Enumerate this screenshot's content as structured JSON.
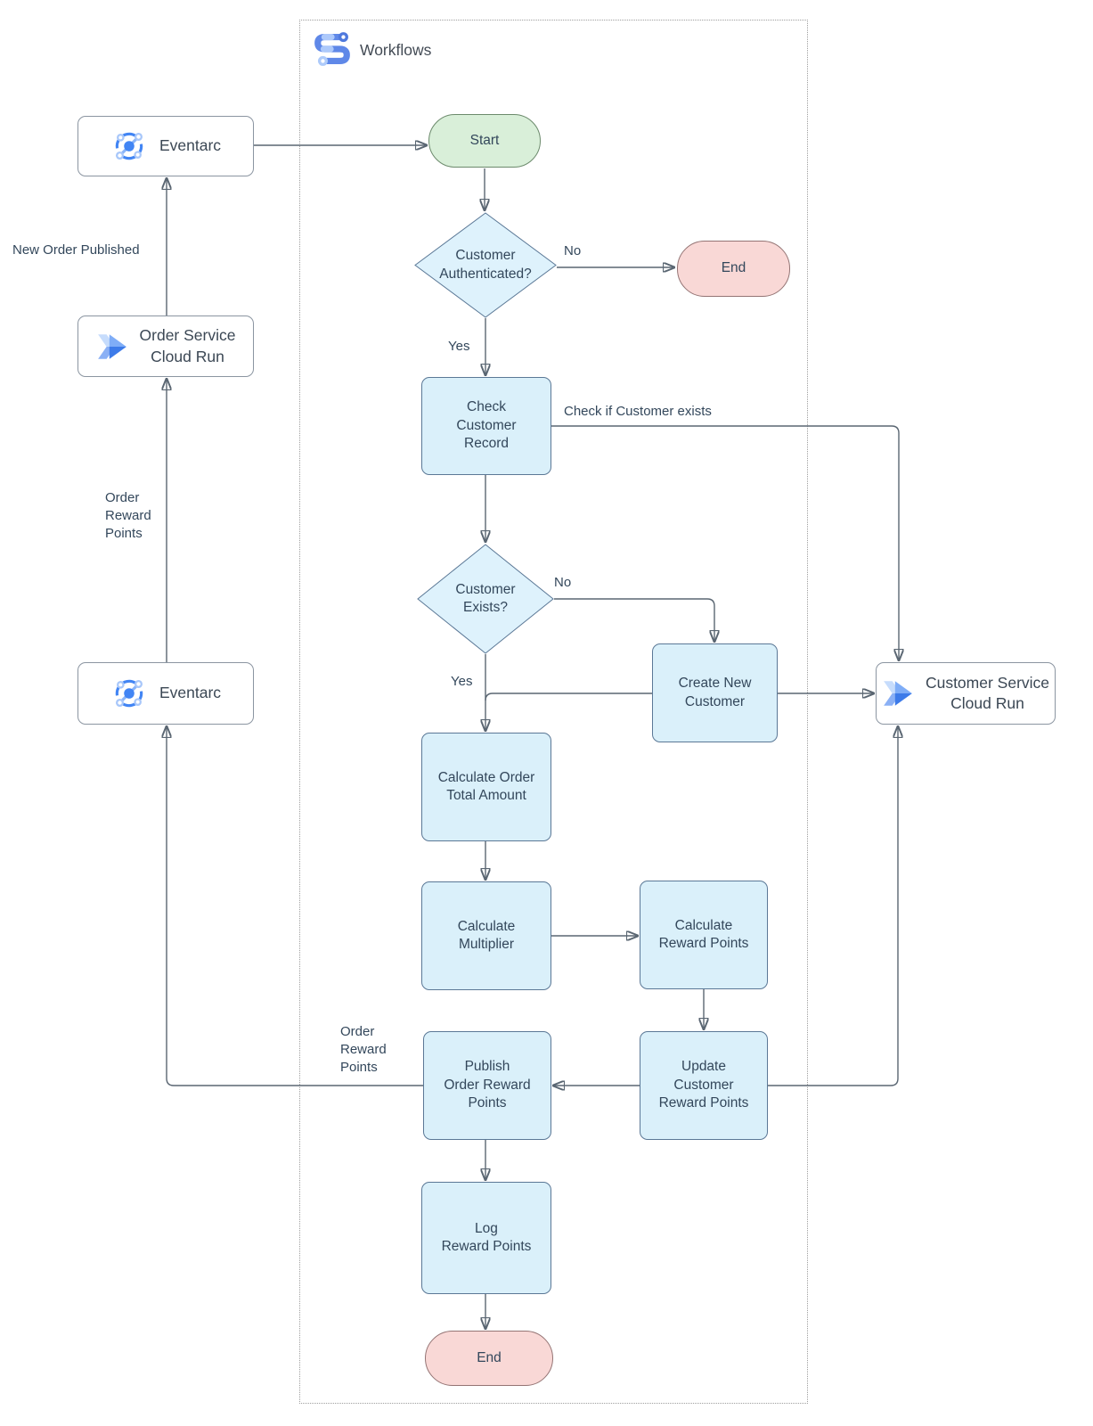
{
  "container": {
    "title": "Workflows"
  },
  "nodes": {
    "eventarc_top": {
      "label": "Eventarc"
    },
    "order_service": {
      "label": "Order Service\nCloud Run"
    },
    "eventarc_bottom": {
      "label": "Eventarc"
    },
    "start": {
      "label": "Start"
    },
    "customer_authenticated": {
      "label": "Customer\nAuthenticated?"
    },
    "end_top": {
      "label": "End"
    },
    "check_customer_record": {
      "label": "Check\nCustomer\nRecord"
    },
    "customer_exists": {
      "label": "Customer\nExists?"
    },
    "create_new_customer": {
      "label": "Create New\nCustomer"
    },
    "customer_service": {
      "label": "Customer Service\nCloud Run"
    },
    "calculate_order_total": {
      "label": "Calculate Order\nTotal Amount"
    },
    "calculate_multiplier": {
      "label": "Calculate\nMultiplier"
    },
    "calculate_reward_points": {
      "label": "Calculate\nReward Points"
    },
    "update_customer_reward_points": {
      "label": "Update\nCustomer\nReward Points"
    },
    "publish_order_reward_points": {
      "label": "Publish\nOrder Reward\nPoints"
    },
    "log_reward_points": {
      "label": "Log\nReward Points"
    },
    "end_bottom": {
      "label": "End"
    }
  },
  "edge_labels": {
    "new_order_published": "New Order Published",
    "order_reward_points_upper": "Order\nReward\nPoints",
    "no_authenticated": "No",
    "yes_authenticated": "Yes",
    "check_if_customer_exists": "Check if Customer exists",
    "no_exists": "No",
    "yes_exists": "Yes",
    "order_reward_points_lower": "Order\nReward\nPoints"
  },
  "colors": {
    "process_fill": "#daf0fa",
    "process_border": "#5b7896",
    "decision_fill": "#def2fc",
    "start_fill": "#d9efd9",
    "start_border": "#6c8a6c",
    "end_fill": "#f9d8d6",
    "end_border": "#947474",
    "service_border": "#8b95a1",
    "line": "#5a6672",
    "arrow": "#2d3a4a",
    "text": "#33475b",
    "accent_blue": "#4285f4",
    "accent_light": "#a8c7fa"
  }
}
